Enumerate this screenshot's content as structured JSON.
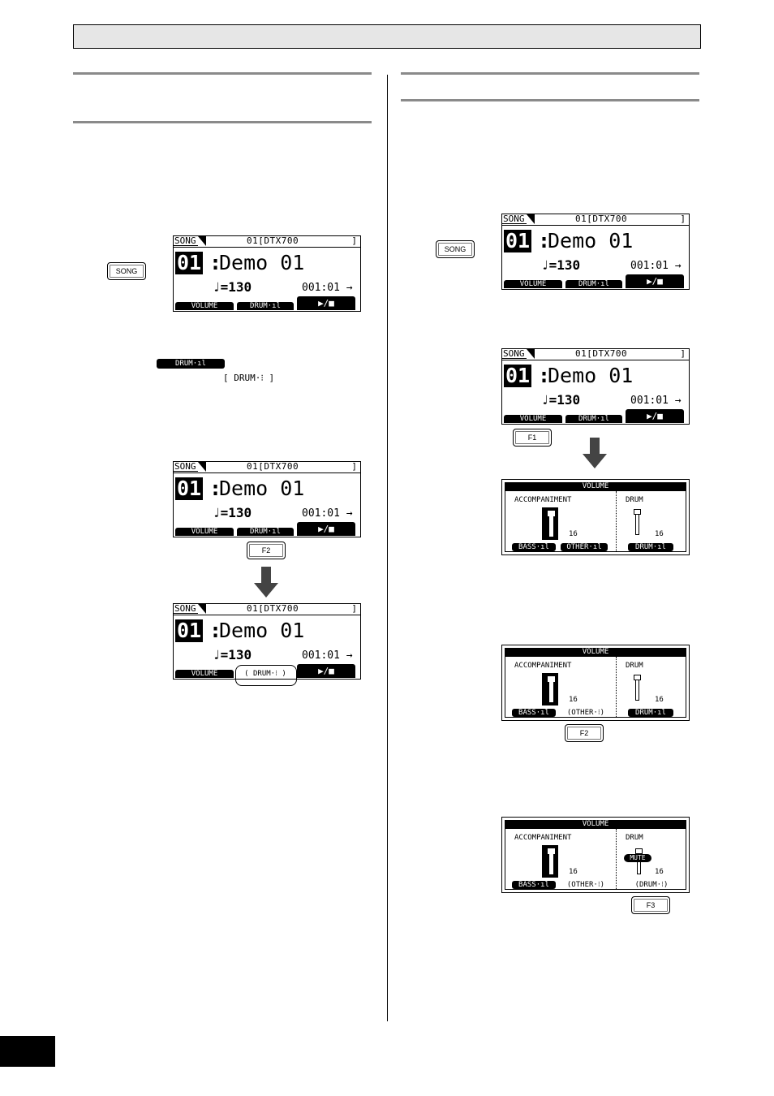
{
  "buttons": {
    "song": "SONG",
    "f1": "F1",
    "f2": "F2",
    "f3": "F3"
  },
  "song_screen": {
    "tag": "SONG",
    "song_id": "01[DTX700",
    "bracket": "]",
    "number": "01",
    "colon": ":",
    "name": "Demo 01",
    "tempo": "♩=130",
    "position": "001:01 →",
    "softkeys": {
      "volume": "VOLUME",
      "drum_on": "DRUM·ıl",
      "drum_off": "( DRUM·⁝ )",
      "play": "▶/■"
    }
  },
  "inline": {
    "drum_on": "DRUM·ıl",
    "drum_off": "[ DRUM·⁝ ]"
  },
  "volume_screen": {
    "title": "VOLUME",
    "accompaniment": "ACCOMPANIMENT",
    "drum": "DRUM",
    "value": "16",
    "mute": "MUTE",
    "softkeys": {
      "bass": "BASS·ıl",
      "other_on": "OTHER·ıl",
      "other_off": "(OTHER·⁝)",
      "drum_on": "DRUM·ıl",
      "drum_off": "(DRUM·⁝)"
    }
  }
}
